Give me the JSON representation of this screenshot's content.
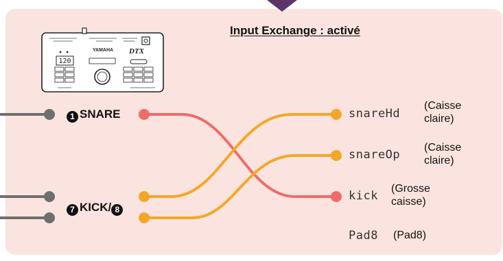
{
  "title": "Input Exchange : activé",
  "inputs": [
    {
      "number": "1",
      "label": "SNARE"
    },
    {
      "number": "7",
      "label": "KICK/"
    },
    {
      "number": "8",
      "label": ""
    }
  ],
  "outputs": [
    {
      "name": "snareHd",
      "desc_line1": "(Caisse",
      "desc_line2": "claire)"
    },
    {
      "name": "snareOp",
      "desc_line1": "(Caisse",
      "desc_line2": "claire)"
    },
    {
      "name": "kick",
      "desc_line1": "(Grosse",
      "desc_line2": "caisse)"
    },
    {
      "name": "Pad8",
      "desc_line1": "(Pad8)",
      "desc_line2": ""
    }
  ],
  "module": {
    "brand": "YAMAHA",
    "model": "DTX",
    "display_value": "120"
  },
  "colors": {
    "panel": "#fbe4df",
    "cable": "#6f6f6f",
    "snare_route": "#ee6c6a",
    "kick_route": "#f3a72a",
    "notch": "#5a3568"
  }
}
